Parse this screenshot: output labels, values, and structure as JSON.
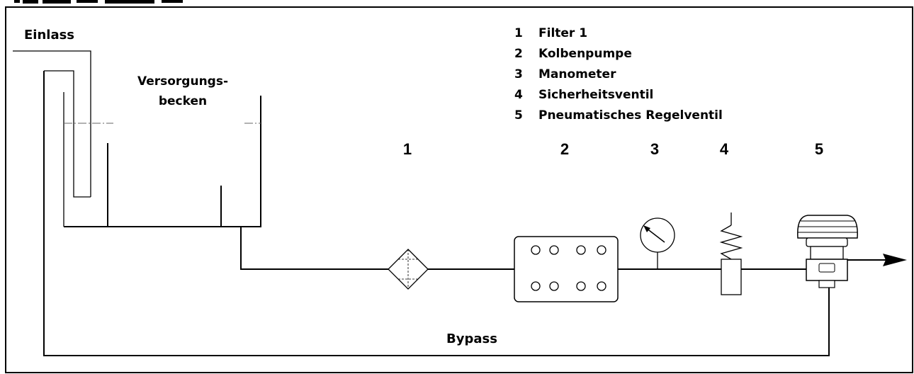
{
  "header": {
    "partial_title": ""
  },
  "labels": {
    "inlet": "Einlass",
    "tank_line1": "Versorgungs-",
    "tank_line2": "becken",
    "bypass": "Bypass"
  },
  "legend": [
    {
      "number": "1",
      "text": "Filter 1"
    },
    {
      "number": "2",
      "text": "Kolbenpumpe"
    },
    {
      "number": "3",
      "text": "Manometer"
    },
    {
      "number": "4",
      "text": "Sicherheitsventil"
    },
    {
      "number": "5",
      "text": "Pneumatisches Regelventil"
    }
  ],
  "component_numbers": [
    "1",
    "2",
    "3",
    "4",
    "5"
  ]
}
